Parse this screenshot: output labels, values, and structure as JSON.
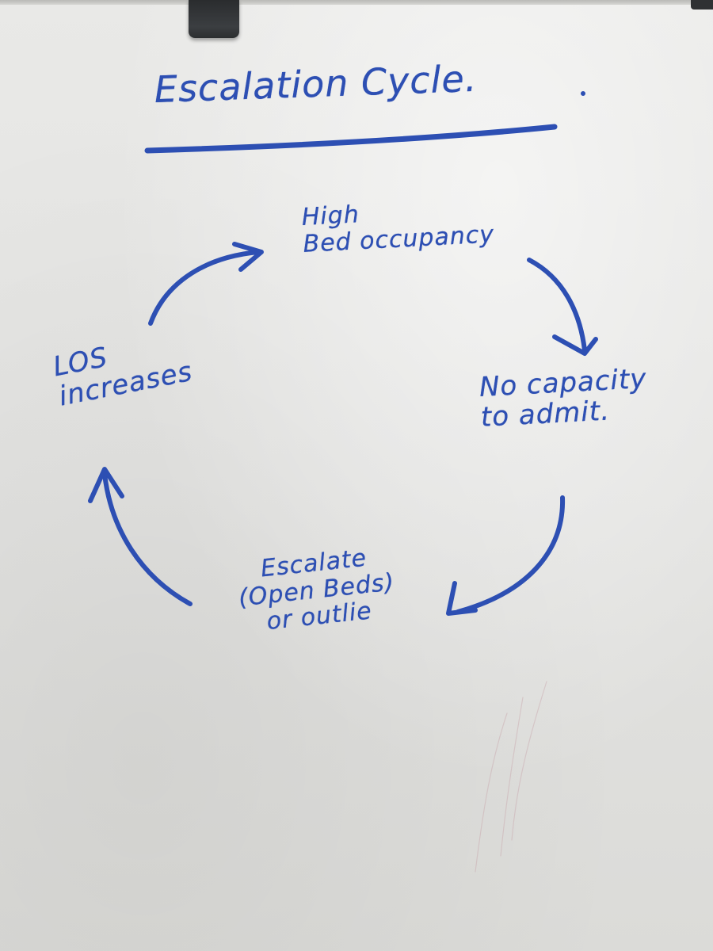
{
  "title": "Escalation Cycle.",
  "nodes": {
    "top": [
      "High",
      "Bed occupancy"
    ],
    "right": [
      "No capacity",
      "to admit."
    ],
    "bottom": [
      "Escalate",
      "(Open Beds)",
      "or outlie"
    ],
    "left": [
      "LOS",
      "increases"
    ]
  },
  "colors": {
    "ink": "#2d4fb3",
    "board": "#e6e6e4"
  }
}
